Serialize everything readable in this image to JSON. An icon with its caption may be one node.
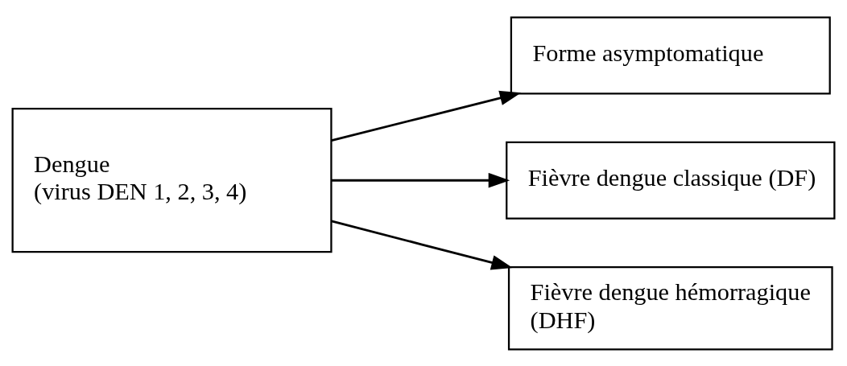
{
  "diagram": {
    "nodes": [
      {
        "text": [
          "Dengue (virus DEN 1, 2, 3, 4)"
        ]
      },
      {
        "text": [
          "Forme asymptomatique"
        ]
      },
      {
        "text": [
          "Fièvre dengue classique (DF)"
        ]
      },
      {
        "text": [
          "Fièvre dengue hémorragique (DHF)"
        ]
      }
    ],
    "edges": [
      {
        "from": 0,
        "to": 1,
        "arrow": "to"
      },
      {
        "from": 0,
        "to": 2,
        "arrow": "to"
      },
      {
        "from": 0,
        "to": 3,
        "arrow": "to"
      }
    ]
  }
}
